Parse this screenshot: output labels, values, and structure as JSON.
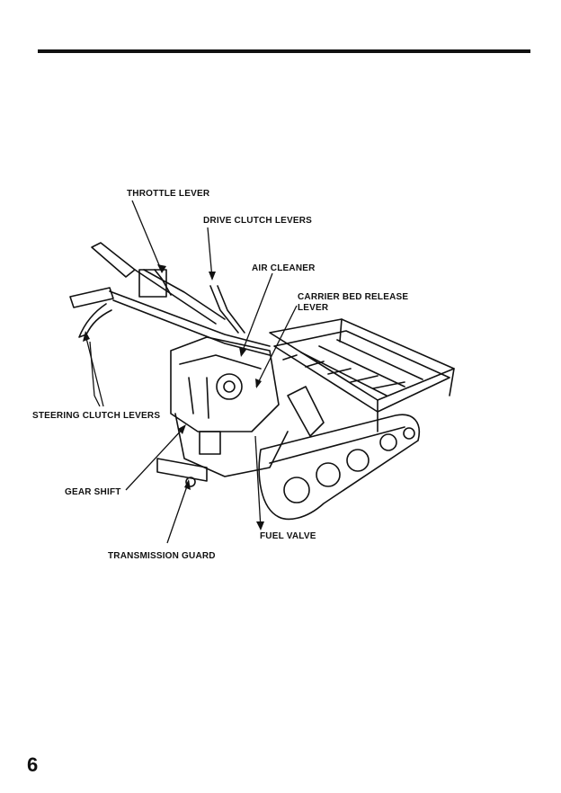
{
  "figure": {
    "labels": {
      "throttle_lever": "THROTTLE LEVER",
      "drive_clutch_levers": "DRIVE CLUTCH LEVERS",
      "air_cleaner": "AIR CLEANER",
      "carrier_bed_release_lever_line1": "CARRIER BED RELEASE",
      "carrier_bed_release_lever_line2": "LEVER",
      "steering_clutch_levers": "STEERING CLUTCH LEVERS",
      "gear_shift": "GEAR SHIFT",
      "fuel_valve": "FUEL VALVE",
      "transmission_guard": "TRANSMISSION GUARD"
    }
  },
  "page_number": "6"
}
